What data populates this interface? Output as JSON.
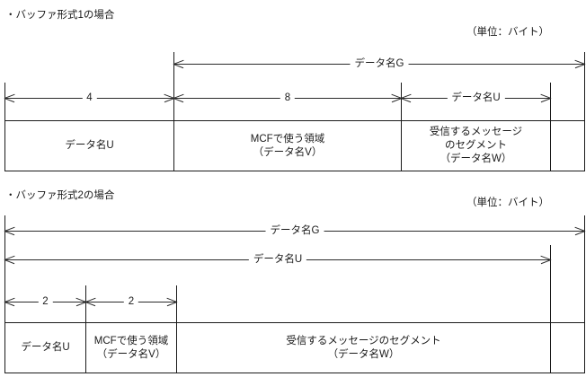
{
  "diagrams": [
    {
      "title": "・バッファ形式1の場合",
      "unit": "（単位：バイト）",
      "dims_top": [
        {
          "label": "データ名G"
        }
      ],
      "dims_mid": [
        {
          "label": "4"
        },
        {
          "label": "8"
        },
        {
          "label": "データ名U"
        }
      ],
      "cells": [
        {
          "text": "データ名U"
        },
        {
          "text": "MCFで使う領域\n（データ名V）"
        },
        {
          "text": "受信するメッセージ\nのセグメント\n（データ名W）"
        },
        {
          "text": ""
        }
      ]
    },
    {
      "title": "・バッファ形式2の場合",
      "unit": "（単位：バイト）",
      "dims_top": [
        {
          "label": "データ名G"
        },
        {
          "label": "データ名U"
        }
      ],
      "dims_mid": [
        {
          "label": "2"
        },
        {
          "label": "2"
        }
      ],
      "cells": [
        {
          "text": "データ名U"
        },
        {
          "text": "MCFで使う領域\n（データ名V）"
        },
        {
          "text": "受信するメッセージのセグメント\n（データ名W）"
        },
        {
          "text": ""
        }
      ]
    }
  ]
}
